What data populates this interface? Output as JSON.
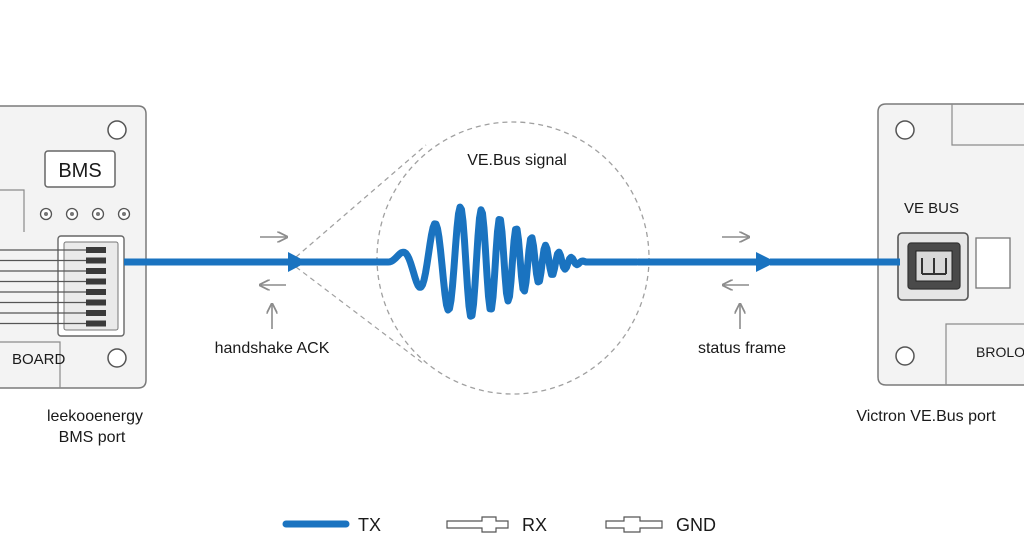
{
  "left_device": {
    "chip_label": "BMS",
    "board_label": "BOARD",
    "caption_line1": "leekooenergy",
    "caption_line2": "BMS port"
  },
  "right_device": {
    "port_label": "VE BUS",
    "board_label": "BROLO",
    "caption": "Victron VE.Bus port"
  },
  "signal": {
    "zoom_label": "VE.Bus signal",
    "left_note": "handshake ACK",
    "right_note": "status frame"
  },
  "legend": [
    {
      "label": "TX",
      "style": "solid"
    },
    {
      "label": "RX",
      "style": "outline"
    },
    {
      "label": "GND",
      "style": "outline"
    }
  ],
  "colors": {
    "tx": "#1a73c0",
    "board_fill": "#f3f3f3",
    "board_stroke": "#7a7a7a",
    "arrow_gray": "#8c8c8c"
  }
}
